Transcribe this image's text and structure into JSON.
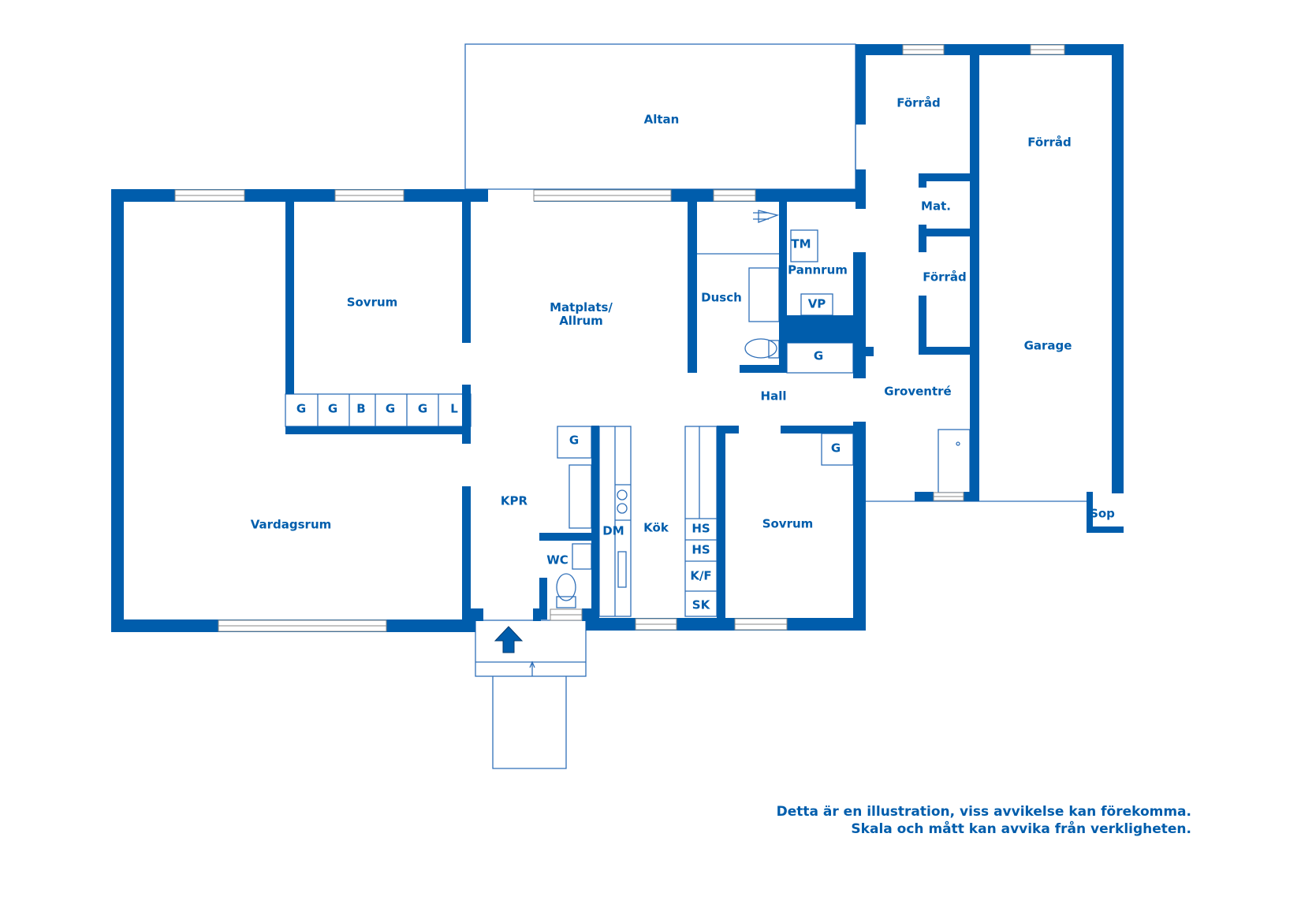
{
  "colors": {
    "wall": "#005dac",
    "background": "#ffffff",
    "fixture_line": "#5b8fc9"
  },
  "rooms": {
    "altan": "Altan",
    "forrad_1": "Förråd",
    "forrad_2": "Förråd",
    "forrad_3": "Förråd",
    "mat": "Mat.",
    "pannrum": "Pannrum",
    "tm": "TM",
    "vp": "VP",
    "sovrum_1": "Sovrum",
    "matplats": "Matplats/\nAllrum",
    "dusch": "Dusch",
    "g_pannrum": "G",
    "garage": "Garage",
    "groventre": "Groventré",
    "hall": "Hall",
    "closets": [
      "G",
      "G",
      "B",
      "G",
      "G",
      "L"
    ],
    "g_kpr": "G",
    "g_sovrum": "G",
    "kpr": "KPR",
    "sop": "Sop",
    "vardagsrum": "Vardagsrum",
    "sovrum_2": "Sovrum",
    "dm": "DM",
    "kok": "Kök",
    "kitchen_units": [
      "HS",
      "HS",
      "K/F",
      "SK"
    ],
    "wc": "WC"
  },
  "entrance_icon": "arrow-up-icon",
  "disclaimer": {
    "line1": "Detta är en illustration, viss avvikelse kan förekomma.",
    "line2": "Skala och mått kan avvika från verkligheten."
  }
}
